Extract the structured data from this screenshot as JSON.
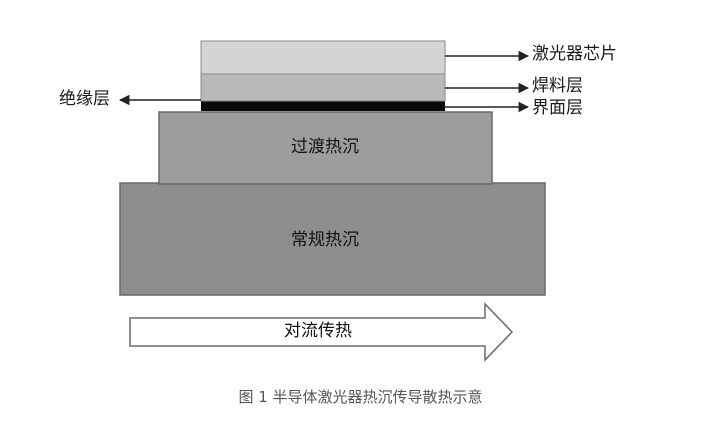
{
  "diagram": {
    "layers": {
      "chip": "激光器芯片",
      "solder": "焊料层",
      "interface": "界面层",
      "insulation": "绝缘层",
      "transition_heatsink": "过渡热沉",
      "conventional_heatsink": "常规热沉"
    },
    "arrow_label": "对流传热",
    "colors": {
      "chip": "#d4d4d4",
      "solder": "#b9b9b9",
      "interface": "#0a0a0a",
      "transition": "#9d9d9d",
      "conventional": "#8e8e8e",
      "outline": "#6a6a6a"
    }
  },
  "caption": "图 1 半导体激光器热沉传导散热示意"
}
